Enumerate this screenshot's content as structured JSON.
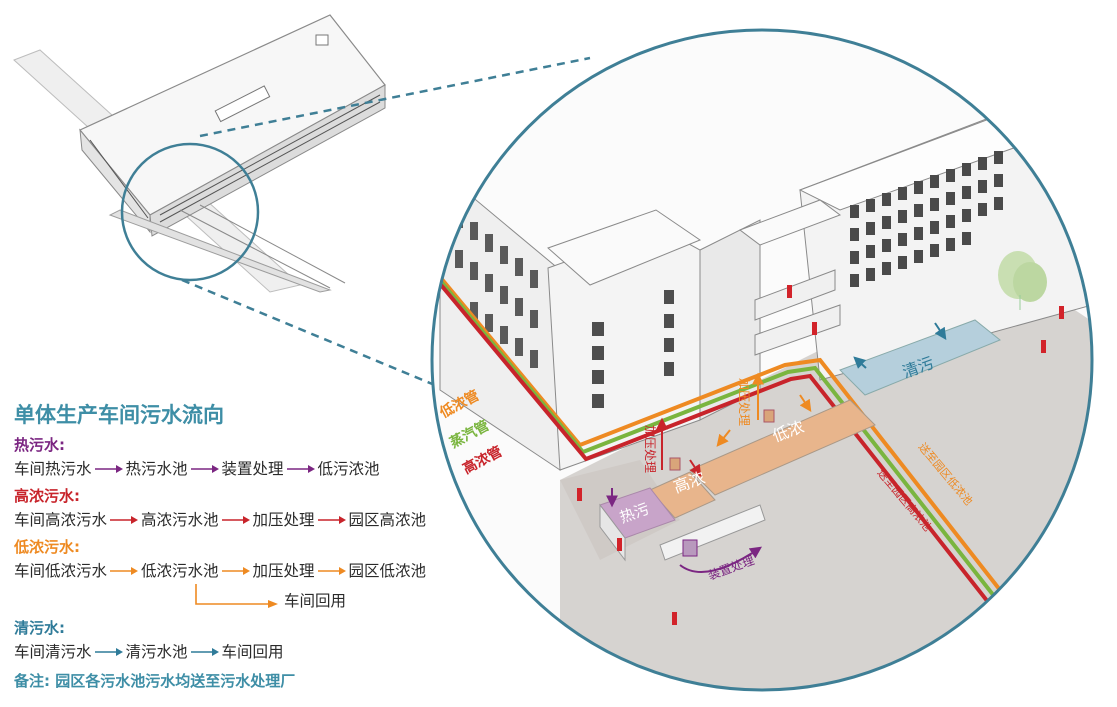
{
  "colors": {
    "hot": "#7b2682",
    "high": "#c8242b",
    "low": "#ee8a22",
    "clean": "#2f7b99",
    "title": "#3e8ea6",
    "ring": "#3f7f96",
    "steam": "#7ab53f",
    "ground": "#d6d3d0",
    "pool_orange": "#e8b58c",
    "pool_blue": "#b5cfdc",
    "pool_purple": "#c8a4c9",
    "tree": "#c9dfb2"
  },
  "legend": {
    "title": "单体生产车间污水流向",
    "groups": [
      {
        "key": "hot",
        "heading": "热污水:",
        "steps": [
          "车间热污水",
          "热污水池",
          "装置处理",
          "低污浓池"
        ]
      },
      {
        "key": "high",
        "heading": "高浓污水:",
        "steps": [
          "车间高浓污水",
          "高浓污水池",
          "加压处理",
          "园区高浓池"
        ]
      },
      {
        "key": "low",
        "heading": "低浓污水:",
        "steps": [
          "车间低浓污水",
          "低浓污水池",
          "加压处理",
          "园区低浓池"
        ],
        "branch": "车间回用"
      },
      {
        "key": "clean",
        "heading": "清污水:",
        "steps": [
          "车间清污水",
          "清污水池",
          "车间回用"
        ]
      }
    ],
    "note": "备注: 园区各污水池污水均送至污水处理厂"
  },
  "pipes": {
    "low": "低浓管",
    "steam": "蒸汽管",
    "high": "高浓管"
  },
  "pools": {
    "hot": "热污",
    "high": "高浓",
    "low": "低浓",
    "clean": "清污"
  },
  "process_labels": {
    "pressure_high": "加压处理",
    "pressure_low": "加压处理",
    "device": "装置处理",
    "to_low_park": "送至园区低浓池",
    "to_high_park": "送至园区高浓池"
  }
}
